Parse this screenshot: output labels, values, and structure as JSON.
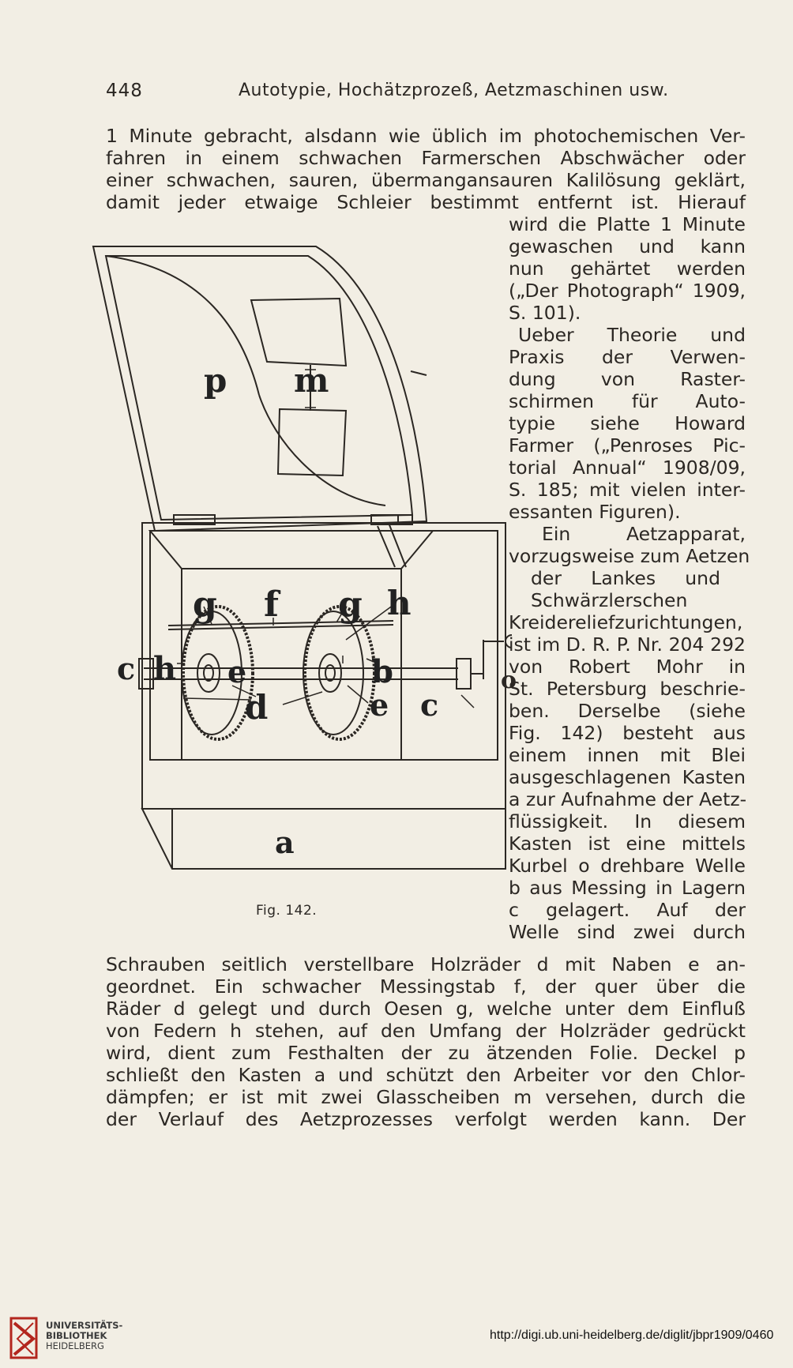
{
  "header": {
    "page_number": "448",
    "running_title": "Autotypie, Hochätzprozeß, Aetzmaschinen usw."
  },
  "body": {
    "top_lines": [
      "1 Minute gebracht, alsdann wie üblich im photochemischen Ver-",
      "fahren in einem schwachen Farmerschen Abschwächer oder",
      "einer schwachen, sauren, übermangansauren Kalilösung geklärt,",
      "damit jeder etwaige Schleier bestimmt entfernt ist. Hierauf"
    ],
    "column_lines": [
      "wird die Platte 1 Minute",
      "gewaschen und kann",
      "nun gehärtet werden",
      "(„Der Photograph“ 1909,",
      "S. 101).",
      "Ueber Theorie und",
      "Praxis der Verwen-",
      "dung von Raster-",
      "schirmen für Auto-",
      "typie siehe Howard",
      "Farmer („Penroses Pic-",
      "torial Annual“ 1908/09,",
      "S. 185; mit vielen inter-",
      "essanten Figuren).",
      "Ein Aetzapparat,",
      "vorzugsweise zum Aetzen",
      "der Lankes und",
      "Schwärzlerschen",
      "Kreidereliefzurichtungen,",
      "ist im D. R. P. Nr. 204 292",
      "von Robert Mohr in",
      "St. Petersburg beschrie-",
      "ben. Derselbe (siehe",
      "Fig. 142) besteht aus",
      "einem innen mit Blei",
      "ausgeschlagenen Kasten",
      "a zur Aufnahme der Aetz-",
      "flüssigkeit. In diesem",
      "Kasten ist eine mittels",
      "Kurbel o drehbare Welle",
      "b aus Messing in Lagern",
      "c gelagert. Auf der",
      "Welle sind zwei durch"
    ],
    "bottom_lines": [
      "Schrauben seitlich verstellbare Holzräder d mit Naben e an-",
      "geordnet. Ein schwacher Messingstab f, der quer über die",
      "Räder d gelegt und durch Oesen g, welche unter dem Einfluß",
      "von Federn h stehen, auf den Umfang der Holzräder gedrückt",
      "wird, dient zum Festhalten der zu ätzenden Folie. Deckel p",
      "schließt den Kasten a und schützt den Arbeiter vor den Chlor-",
      "dämpfen; er ist mit zwei Glasscheiben m versehen, durch die",
      "der Verlauf des Aetzprozesses verfolgt werden kann. Der"
    ]
  },
  "figure": {
    "caption": "Fig. 142.",
    "labels": {
      "p": "p",
      "m": "m",
      "g1": "g",
      "f": "f",
      "g2": "g",
      "h1": "h",
      "c1": "c",
      "h2": "h",
      "e1": "e",
      "b": "b",
      "o": "o",
      "d": "d",
      "e2": "e",
      "c2": "c",
      "a": "a"
    }
  },
  "footer": {
    "library_lines": [
      "UNIVERSITÄTS-",
      "BIBLIOTHEK",
      "HEIDELBERG"
    ],
    "url": "http://digi.ub.uni-heidelberg.de/diglit/jbpr1909/0460"
  },
  "colors": {
    "paper": "#f2eee4",
    "ink": "#2b2723",
    "logo_red": "#b3261e"
  }
}
